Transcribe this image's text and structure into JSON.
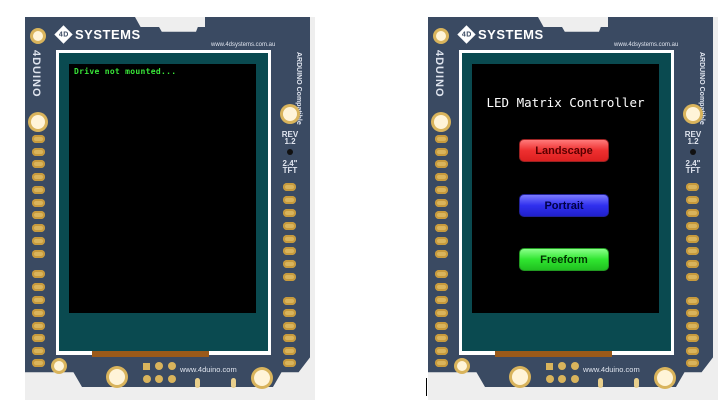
{
  "boards": [
    {
      "id": "left",
      "brand": "SYSTEMS",
      "logo_mark": "4D",
      "side_label": "4DUINO",
      "top_url": "www.4dsystems.com.au",
      "bottom_url": "www.4duino.com",
      "compat_label": "ARDUINO Compatible",
      "rev_label": "REV 1.2",
      "tft_label": "2.4\" TFT",
      "screen": {
        "message": "Drive not mounted...",
        "message_color": "#39e639"
      }
    },
    {
      "id": "right",
      "brand": "SYSTEMS",
      "logo_mark": "4D",
      "side_label": "4DUINO",
      "top_url": "www.4dsystems.com.au",
      "bottom_url": "www.4duino.com",
      "compat_label": "ARDUINO Compatible",
      "rev_label": "REV 1.2",
      "tft_label": "2.4\" TFT",
      "screen": {
        "title": "LED Matrix Controller",
        "buttons": [
          {
            "label": "Landscape",
            "color": "#ee3030"
          },
          {
            "label": "Portrait",
            "color": "#3030ee"
          },
          {
            "label": "Freeform",
            "color": "#30e630"
          }
        ]
      }
    }
  ],
  "colors": {
    "pcb": "#3a4a62",
    "bezel": "#0a4a50",
    "pad": "#d9b45c",
    "flex_cable": "#9a5a1a"
  }
}
